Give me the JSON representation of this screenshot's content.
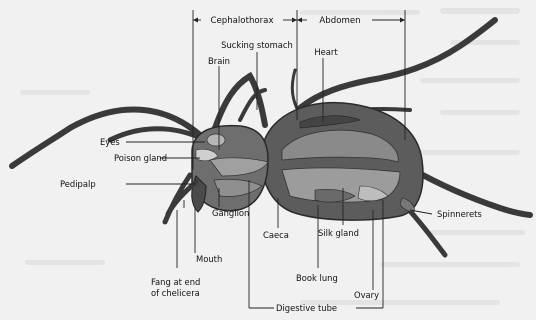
{
  "diagram": {
    "sections": {
      "cephalothorax": "Cephalothorax",
      "abdomen": "Abdomen"
    },
    "labels": {
      "sucking_stomach": "Sucking stomach",
      "brain": "Brain",
      "heart": "Heart",
      "eyes": "Eyes",
      "poison_gland": "Poison gland",
      "pedipalp": "Pedipalp",
      "ganglion": "Ganglion",
      "caeca": "Caeca",
      "silk_gland": "Silk gland",
      "spinnerets": "Spinnerets",
      "mouth": "Mouth",
      "fang_line1": "Fang at end",
      "fang_line2": "of chelicera",
      "book_lung": "Book lung",
      "ovary": "Ovary",
      "digestive_tube": "Digestive tube"
    }
  }
}
